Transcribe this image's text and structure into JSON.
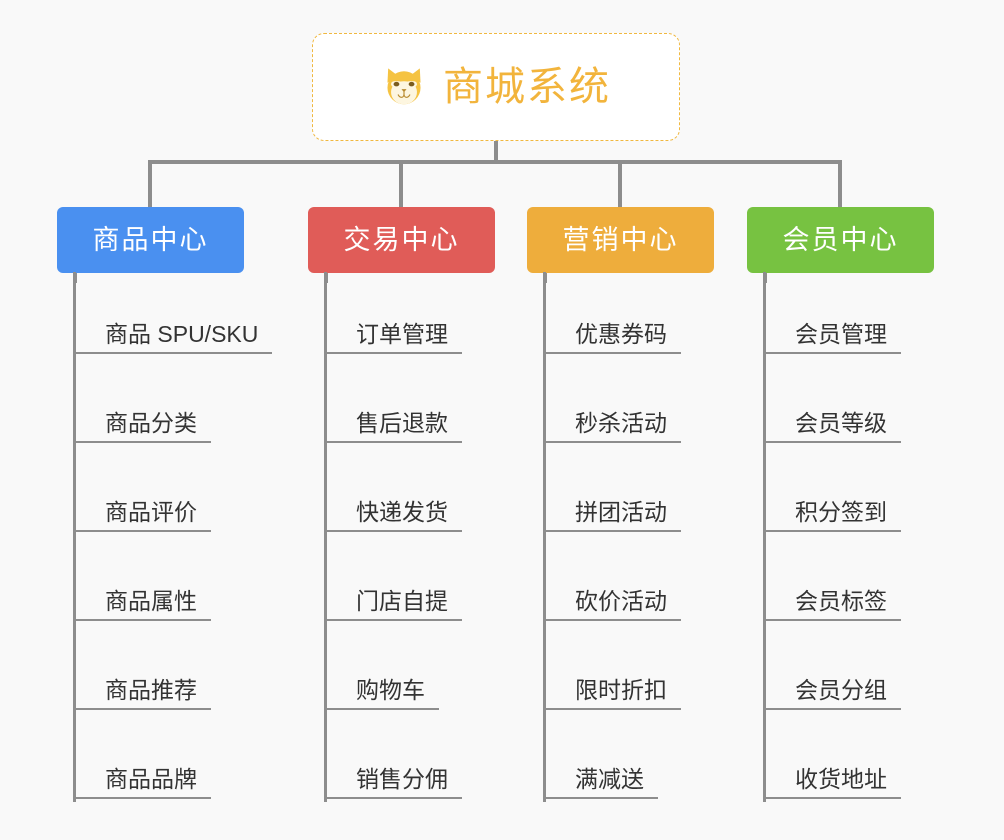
{
  "diagram": {
    "type": "mindmap",
    "background_color": "#f9f9f9",
    "line_color": "#8d8d8d"
  },
  "root": {
    "title": "商城系统",
    "icon": "shiba-dog-icon",
    "border_color": "#f0b840",
    "text_color": "#f2b43c",
    "background_color": "#ffffff"
  },
  "branches": [
    {
      "label": "商品中心",
      "color": "#4a90f0",
      "items": [
        "商品 SPU/SKU",
        "商品分类",
        "商品评价",
        "商品属性",
        "商品推荐",
        "商品品牌"
      ]
    },
    {
      "label": "交易中心",
      "color": "#e05c58",
      "items": [
        "订单管理",
        "售后退款",
        "快递发货",
        "门店自提",
        "购物车",
        "销售分佣"
      ]
    },
    {
      "label": "营销中心",
      "color": "#eead3c",
      "items": [
        "优惠券码",
        "秒杀活动",
        "拼团活动",
        "砍价活动",
        "限时折扣",
        "满减送"
      ]
    },
    {
      "label": "会员中心",
      "color": "#77c241",
      "items": [
        "会员管理",
        "会员等级",
        "积分签到",
        "会员标签",
        "会员分组",
        "收货地址"
      ]
    }
  ]
}
